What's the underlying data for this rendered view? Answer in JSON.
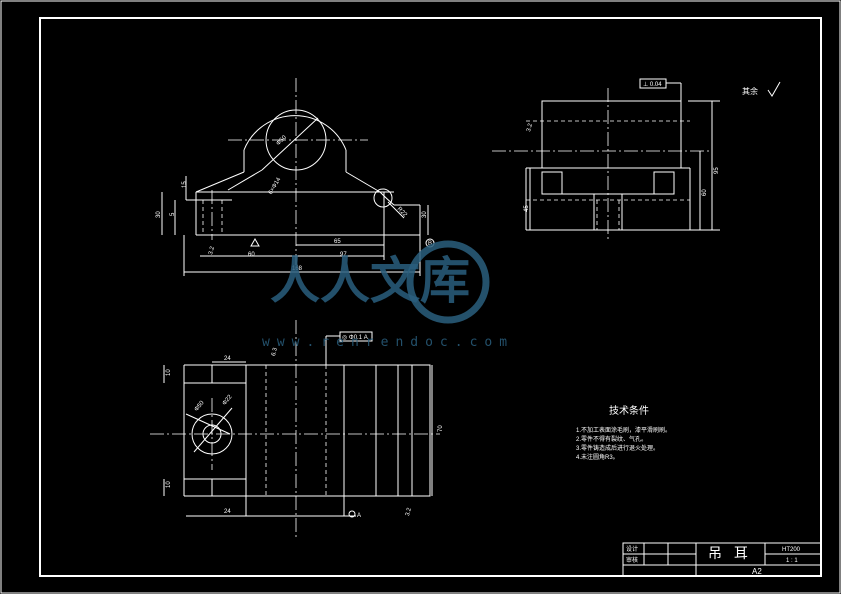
{
  "dimensions": {
    "phi_bore": "Φ50",
    "phi_bolt": "6×Φ14",
    "r_fillet": "R22",
    "d15": "15",
    "d30_left": "30",
    "d5": "5",
    "d30_right": "30",
    "d65": "65",
    "d60": "60",
    "d97": "97",
    "d168": "168",
    "d45": "45",
    "d95": "95",
    "d60_right": "60",
    "d24_top": "24",
    "d24_bottom": "24",
    "d10_top": "10",
    "d10_bottom": "10",
    "d70": "70",
    "phi_side": "Φ50",
    "phi_side2": "Φ22"
  },
  "symbols": {
    "tolerance_top": "⊥ 0.04",
    "tolerance_mid": "◎ Φ0.1 A",
    "datum_a": "A",
    "datum_b": "B",
    "roughness_other": "其余",
    "r1": "3.2",
    "r2": "3.2",
    "r3": "6.3",
    "r4": "3.2"
  },
  "tech": {
    "title": "技术条件",
    "items": [
      "1.不加工表面涂毛刷，漆平滑刷刷。",
      "2.零件不得有裂纹、气孔。",
      "3.零件铸造成后进行退火处理。",
      "4.未注圆角R3。"
    ]
  },
  "title_block": {
    "part_name": "吊 耳",
    "material": "HT200",
    "scale": "1 : 1",
    "sheet": "A2",
    "label_design": "设计",
    "label_check": "审核"
  },
  "watermark": {
    "brand": "人人文库",
    "url": "www.renrendoc.com"
  }
}
